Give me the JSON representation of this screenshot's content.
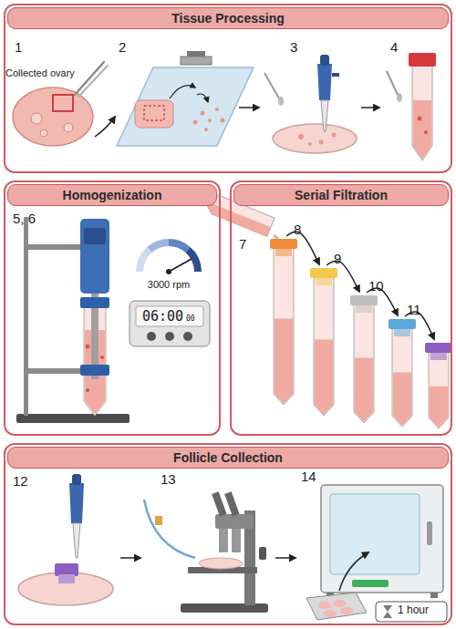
{
  "diagram": {
    "nodes": [
      {
        "text": [
          "Tissue Processing"
        ]
      },
      {
        "text": [
          "Homogenization"
        ]
      },
      {
        "text": [
          "Serial Filtration"
        ]
      },
      {
        "text": [
          "Follicle Collection"
        ]
      }
    ],
    "labels": [
      "1",
      "Collected ovary",
      "2",
      "3",
      "4",
      "5, 6",
      "3000 rpm",
      "06:00",
      "00",
      "7",
      "8",
      "9",
      "10",
      "11",
      "12",
      "13",
      "14",
      "1 hour"
    ]
  }
}
